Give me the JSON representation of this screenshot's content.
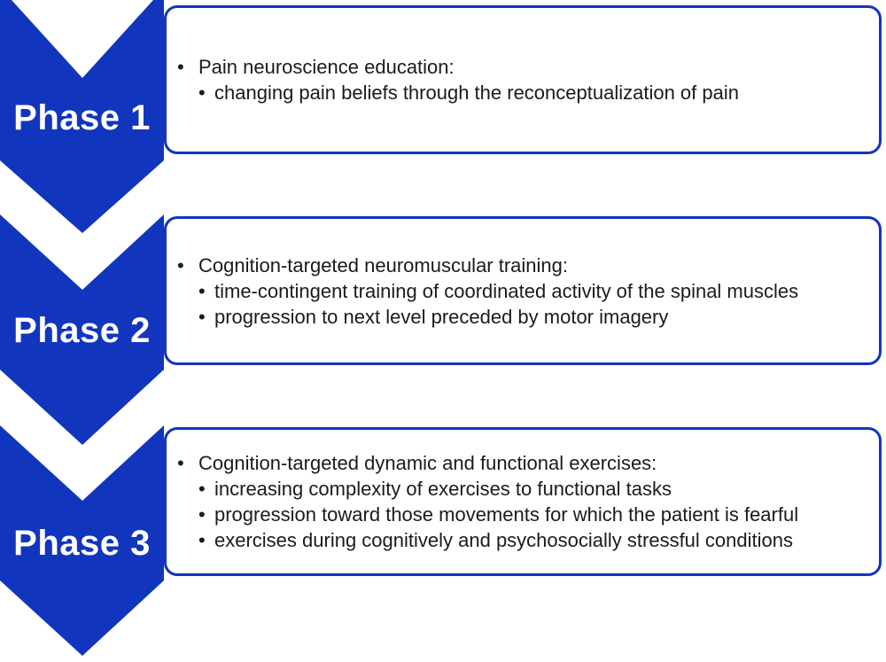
{
  "colors": {
    "blue": "#1235be",
    "text_color": "#1b1b1b",
    "background": "#ffffff",
    "phase_label_color": "#ffffff"
  },
  "bullet_glyph": "•",
  "phases": [
    {
      "label": "Phase 1",
      "items": [
        {
          "level": 1,
          "text": "Pain neuroscience education:"
        },
        {
          "level": 2,
          "text": "changing pain beliefs through the reconceptualization of pain"
        }
      ]
    },
    {
      "label": "Phase 2",
      "items": [
        {
          "level": 1,
          "text": "Cognition-targeted neuromuscular training:"
        },
        {
          "level": 2,
          "text": "time-contingent training of coordinated activity of the spinal muscles"
        },
        {
          "level": 2,
          "text": "progression to next level preceded by motor imagery"
        }
      ]
    },
    {
      "label": "Phase 3",
      "items": [
        {
          "level": 1,
          "text": "Cognition-targeted dynamic and functional exercises:"
        },
        {
          "level": 2,
          "text": "increasing complexity of exercises to functional tasks"
        },
        {
          "level": 2,
          "text": "progression toward those movements for which the patient is fearful"
        },
        {
          "level": 2,
          "text": "exercises during cognitively and psychosocially stressful conditions"
        }
      ]
    }
  ]
}
